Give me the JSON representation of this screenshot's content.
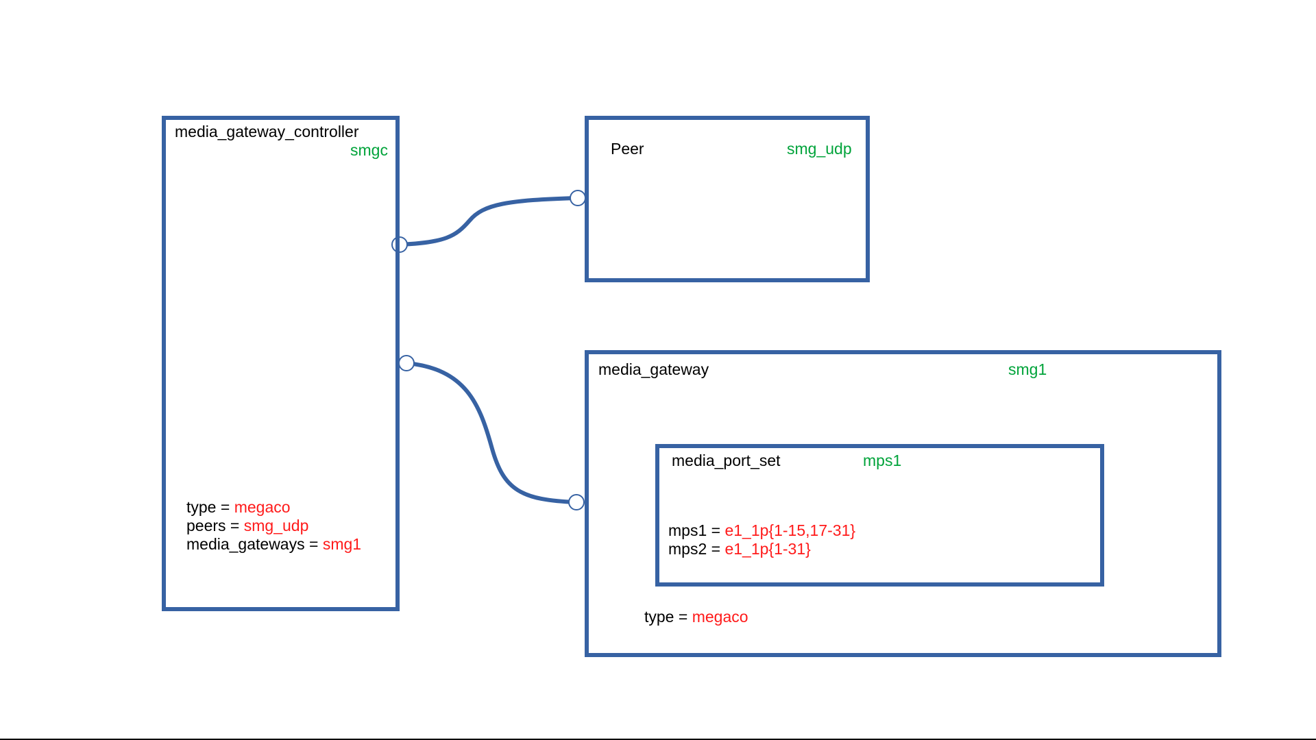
{
  "colors": {
    "box_border": "#3762a3",
    "connector": "#3762a3",
    "type_name": "#000000",
    "instance_name": "#00a33a",
    "attribute_value": "#ff1a1a"
  },
  "controller": {
    "type_name": "media_gateway_controller",
    "instance": "smgc",
    "attributes": [
      {
        "key": "type",
        "sep": " = ",
        "value": "megaco"
      },
      {
        "key": "peers",
        "sep": " = ",
        "value": "smg_udp"
      },
      {
        "key": "media_gateways",
        "sep": " = ",
        "value": "smg1"
      }
    ]
  },
  "peer": {
    "type_name": "Peer",
    "instance": "smg_udp"
  },
  "gateway": {
    "type_name": "media_gateway",
    "instance": "smg1",
    "attributes": [
      {
        "key": "type",
        "sep": " = ",
        "value": "megaco"
      }
    ],
    "port_set": {
      "type_name": "media_port_set",
      "instance": "mps1",
      "attributes": [
        {
          "key": "mps1",
          "sep": " = ",
          "value": "e1_1p{1-15,17-31}"
        },
        {
          "key": "mps2",
          "sep": " = ",
          "value": "e1_1p{1-31}"
        }
      ]
    }
  }
}
